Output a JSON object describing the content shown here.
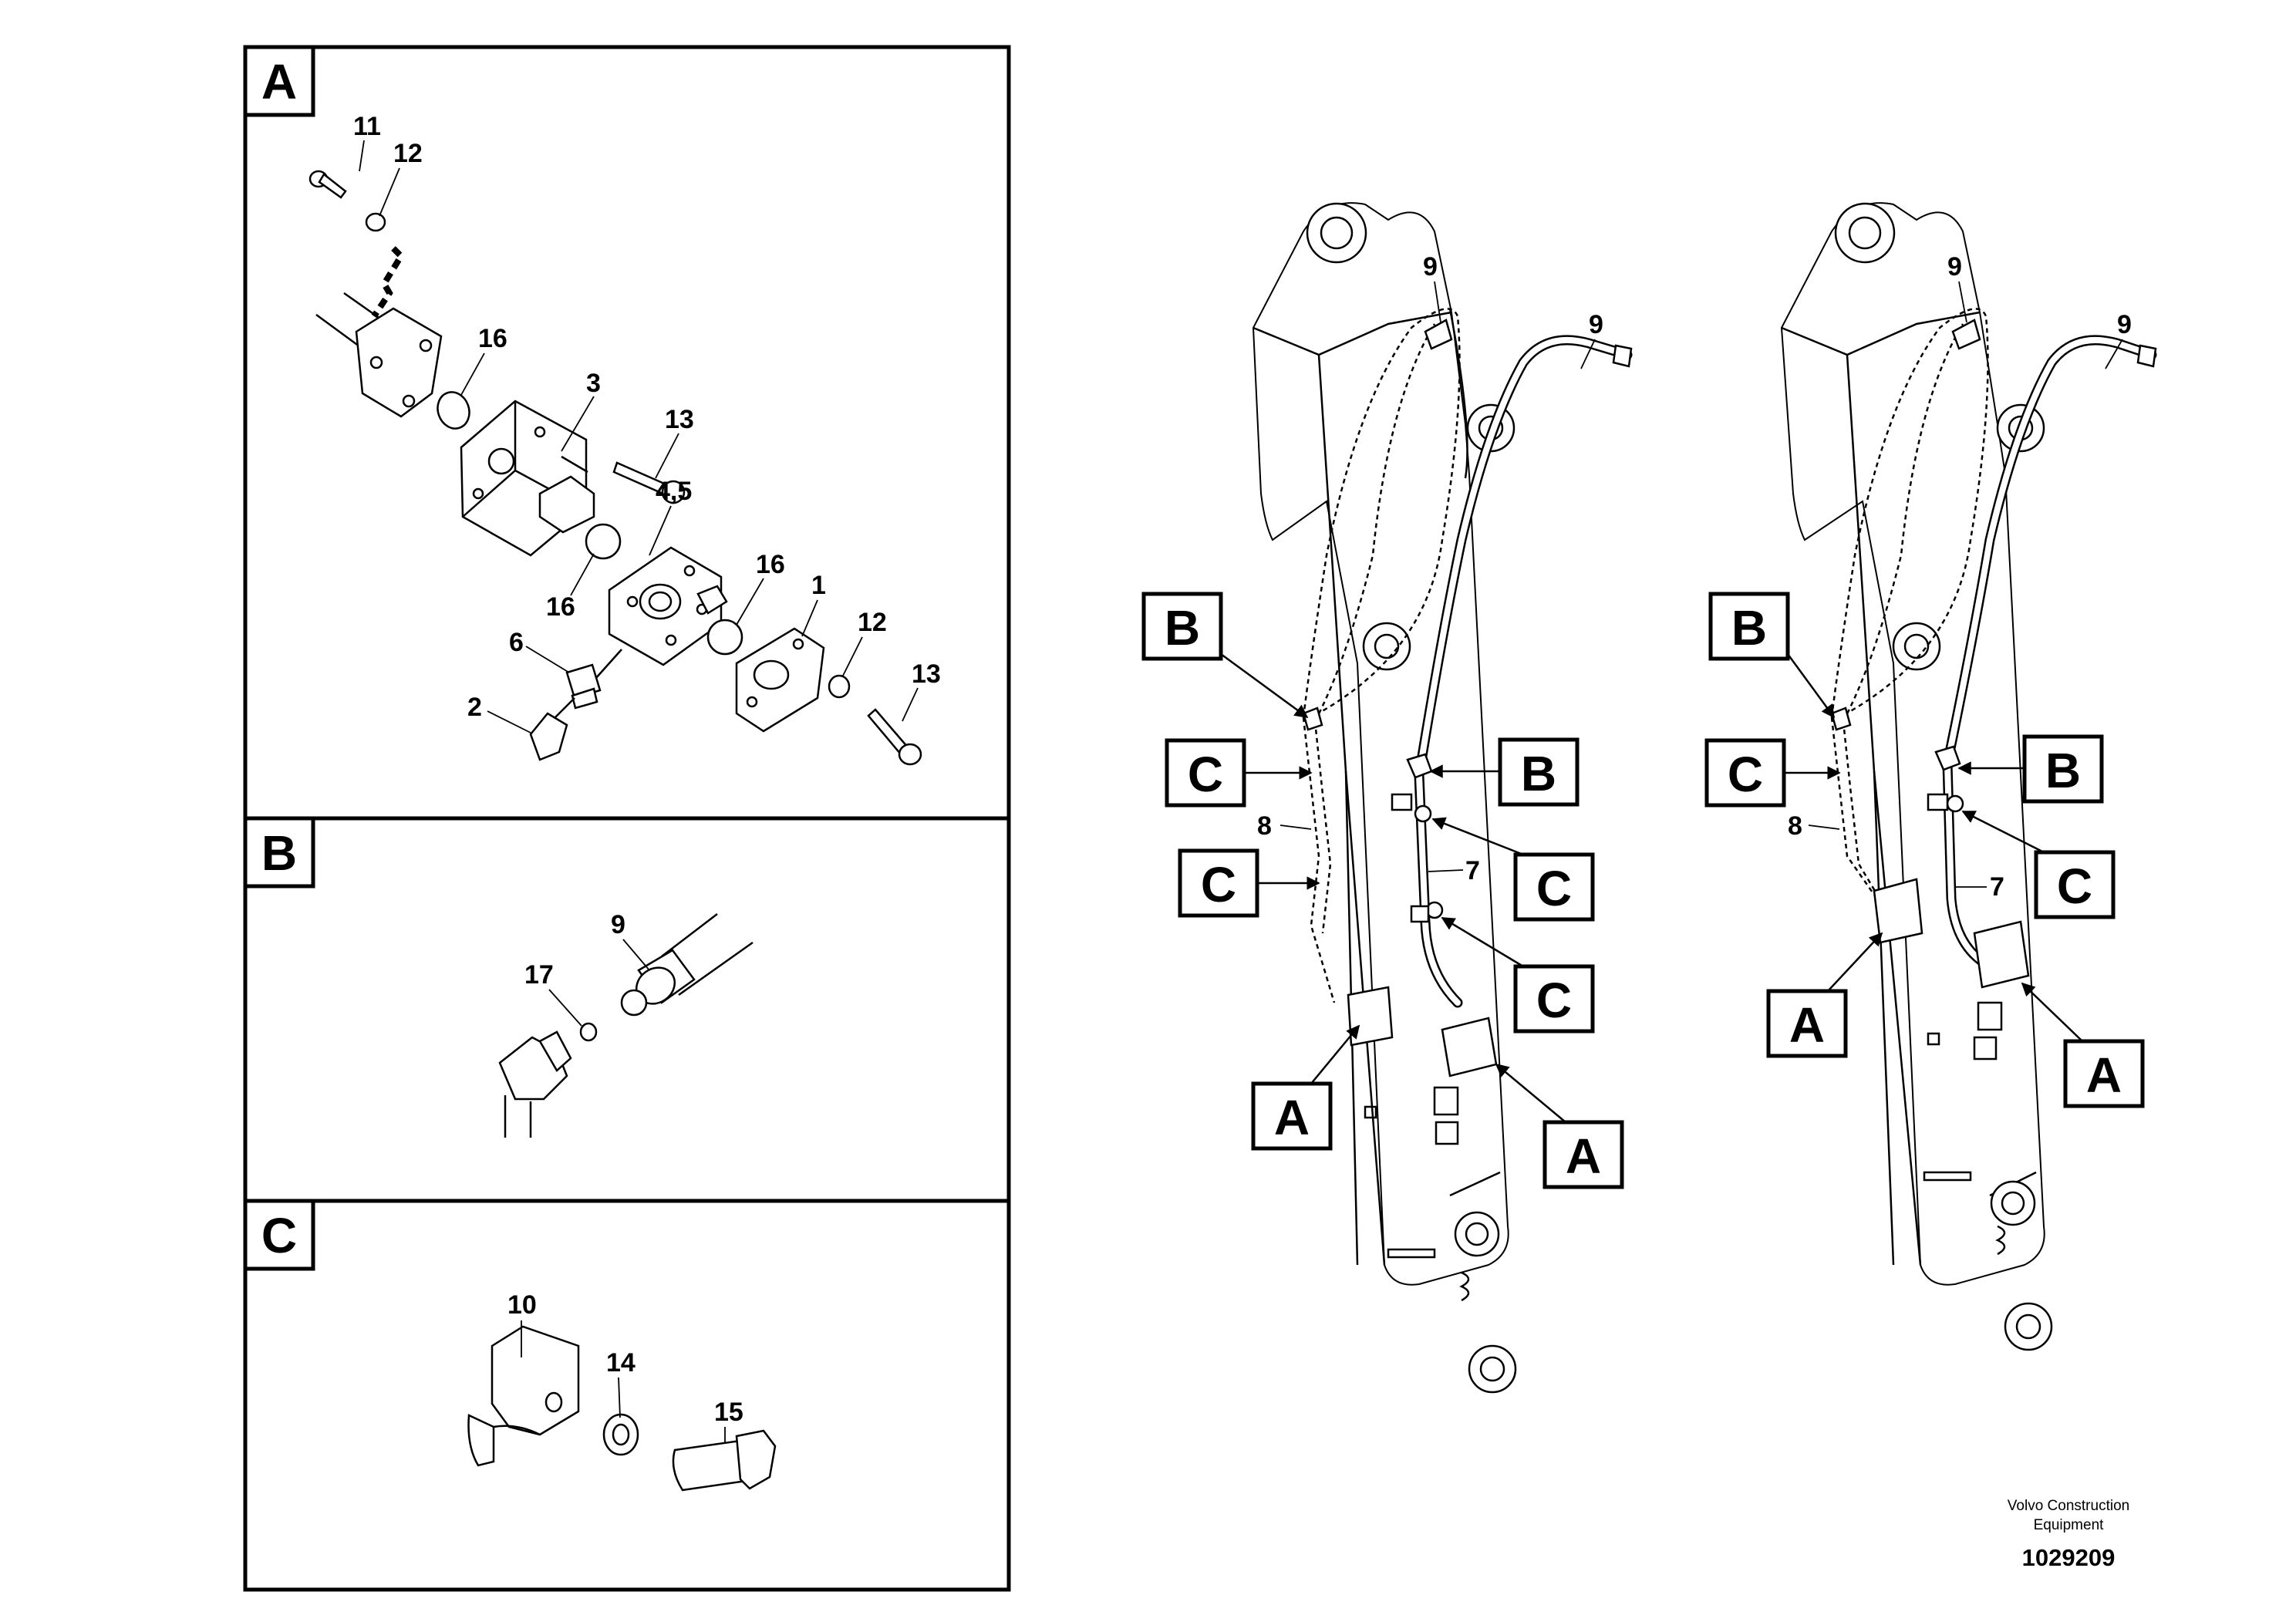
{
  "panels": {
    "a": {
      "tag": "A"
    },
    "b": {
      "tag": "B"
    },
    "c": {
      "tag": "C"
    }
  },
  "part_numbers": {
    "p1": "1",
    "p2": "2",
    "p3": "3",
    "p45": "4,5",
    "p6": "6",
    "p7": "7",
    "p8": "8",
    "p9": "9",
    "p10": "10",
    "p11": "11",
    "p12": "12",
    "p13": "13",
    "p14": "14",
    "p15": "15",
    "p16": "16",
    "p17": "17"
  },
  "callouts": {
    "a": "A",
    "b": "B",
    "c": "C"
  },
  "credit": {
    "line1": "Volvo Construction",
    "line2": "Equipment"
  },
  "document_number": "1029209"
}
